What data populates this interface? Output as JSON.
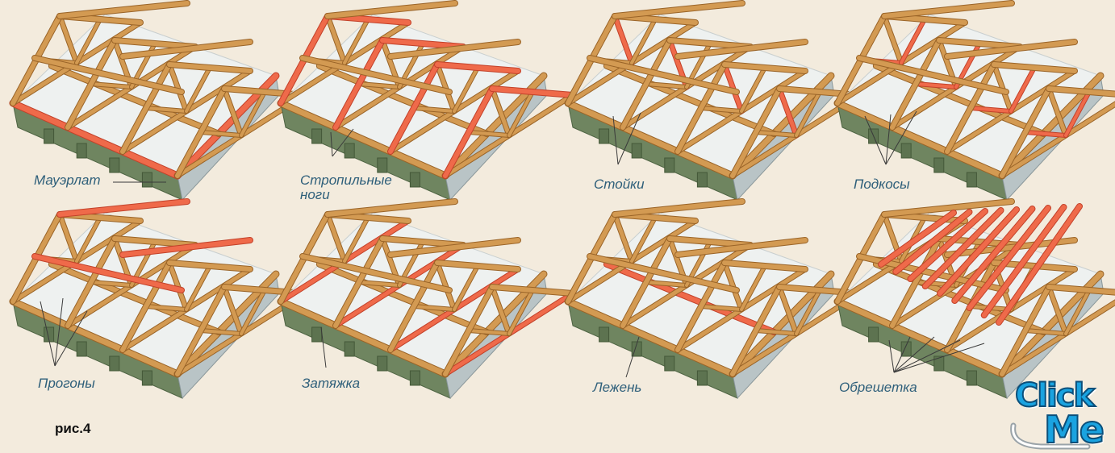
{
  "figure_caption": "рис.4",
  "panels": [
    {
      "label": "Мауэрлат",
      "highlight": "mauerlat"
    },
    {
      "label": "Стропильные\nноги",
      "highlight": "rafters"
    },
    {
      "label": "Стойки",
      "highlight": "posts"
    },
    {
      "label": "Подкосы",
      "highlight": "struts"
    },
    {
      "label": "Прогоны",
      "highlight": "purlins"
    },
    {
      "label": "Затяжка",
      "highlight": "ties"
    },
    {
      "label": "Лежень",
      "highlight": "sill"
    },
    {
      "label": "Обрешетка",
      "highlight": "battens"
    }
  ],
  "badge": {
    "line1": "Click",
    "line2": "Me"
  },
  "colors": {
    "background": "#f3ebdd",
    "wood": "#d39a52",
    "wood_dark": "#9a6428",
    "highlight": "#ef6a4a",
    "highlight_dark": "#c2412a",
    "wall": "#6f8560",
    "slab": "#eef1f0",
    "label": "#2e5f7a",
    "badge_fill": "#1aa3e0",
    "badge_stroke": "#0b4f7a"
  }
}
